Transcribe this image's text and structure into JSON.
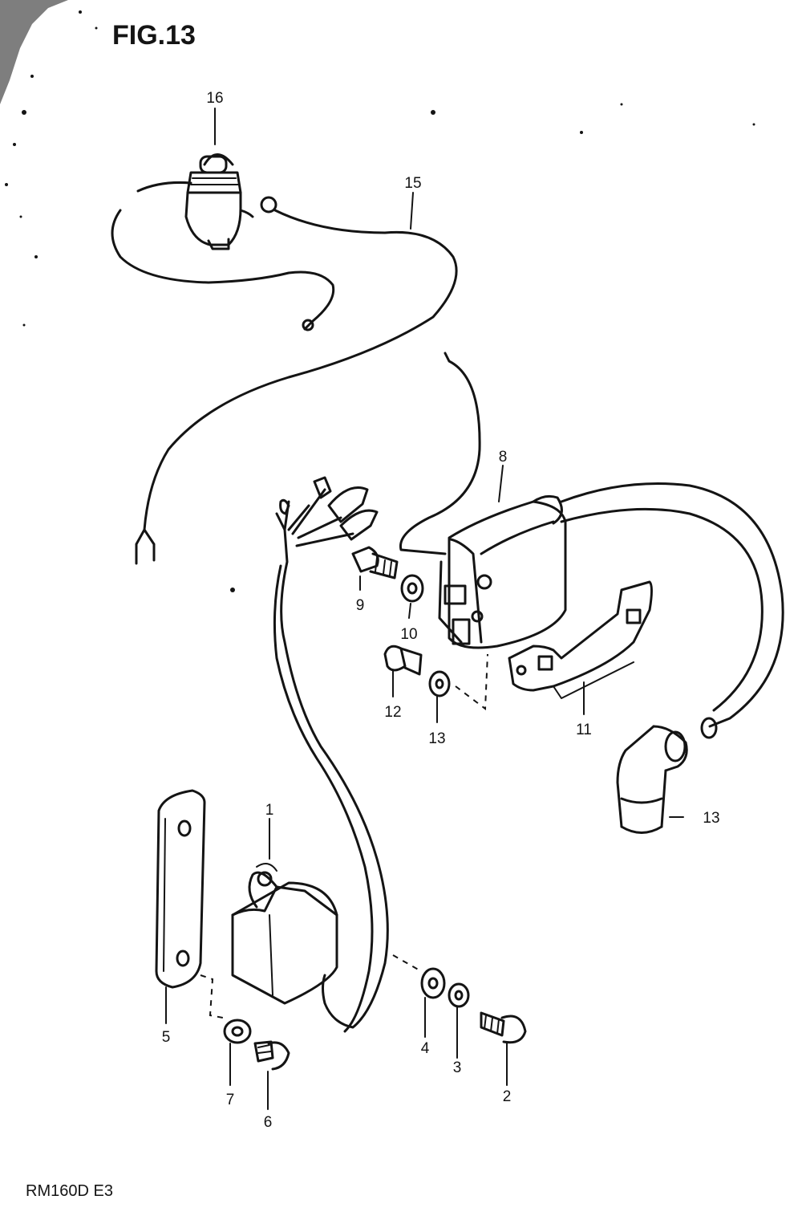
{
  "figure": {
    "title": "FIG.13",
    "footer": "RM160D E3"
  },
  "callouts": [
    {
      "id": "c1",
      "label": "1"
    },
    {
      "id": "c2",
      "label": "2"
    },
    {
      "id": "c3",
      "label": "3"
    },
    {
      "id": "c4",
      "label": "4"
    },
    {
      "id": "c5",
      "label": "5"
    },
    {
      "id": "c6",
      "label": "6"
    },
    {
      "id": "c7",
      "label": "7"
    },
    {
      "id": "c8",
      "label": "8"
    },
    {
      "id": "c9",
      "label": "9"
    },
    {
      "id": "c10",
      "label": "10"
    },
    {
      "id": "c11",
      "label": "11"
    },
    {
      "id": "c12",
      "label": "12"
    },
    {
      "id": "c13a",
      "label": "13"
    },
    {
      "id": "c13b",
      "label": "13"
    },
    {
      "id": "c15",
      "label": "15"
    },
    {
      "id": "c16",
      "label": "16"
    }
  ]
}
